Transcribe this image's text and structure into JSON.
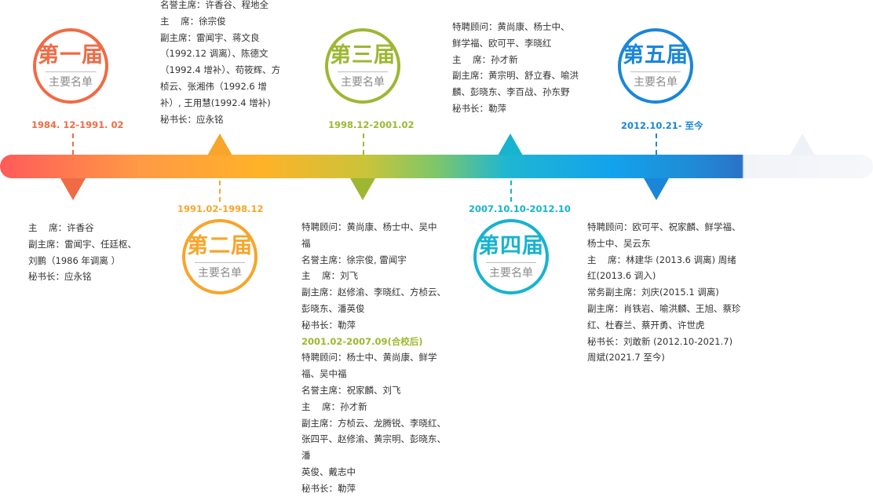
{
  "colors": {
    "term1": "#ef6b45",
    "term2": "#f7a52b",
    "term3": "#9db733",
    "term4": "#17b3cf",
    "term5": "#1a86d8",
    "ghost": "#eef1f7"
  },
  "terms": [
    {
      "title": "第一届",
      "subtitle": "主要名单",
      "date": "1984. 12-1991. 02",
      "lines": [
        "主    席：许香谷",
        "副主席：雷闻宇、任廷枢、",
        "刘鹏（1986 年调离 ）",
        "秘书长：应永铭"
      ]
    },
    {
      "title": "第二届",
      "subtitle": "主要名单",
      "date": "1991.02-1998.12",
      "lines": [
        "名誉主席：许香谷、程地全",
        "主    席：徐宗俊",
        "副主席：雷闻宇、蒋文良",
        "（1992.12 调离）、陈德文",
        "（1992.4 增补）、苟筱辉、方",
        "桢云、张湘伟（1992.6 增",
        "补）, 王用慧(1992.4 增补)",
        "秘书长：应永铭"
      ]
    },
    {
      "title": "第三届",
      "subtitle": "主要名单",
      "date": "1998.12-2001.02",
      "lines": [
        "特聘顾问：黄尚康、杨士中、吴中",
        "福",
        "名誉主席：徐宗俊, 雷闻宇",
        "主    席：刘飞",
        "副主席：赵修渝、李晓红、方桢云、",
        "彭晓东、潘英俊",
        "秘书长：勒萍"
      ],
      "merged_period": "2001.02-2007.09(合校后)",
      "merged_lines": [
        "特聘顾问：杨士中、黄尚康、鲜学",
        "福、吴中福",
        "名誉主席：祝家麟、刘飞",
        "主    席：孙才新",
        "副主席：方桢云、龙腾锐、李晓红、",
        "张四平、赵修渝、黄宗明、彭晓东、潘",
        "英俊、戴志中",
        "秘书长：勒萍"
      ]
    },
    {
      "title": "第四届",
      "subtitle": "主要名单",
      "date": "2007.10.10-2012.10",
      "lines": [
        "特聘顾问：黄尚康、杨士中、",
        "鲜学福、欧可平、李晓红",
        "主    席：孙才新",
        "副主席：黄宗明、舒立春、喻洪",
        "麟、彭晓东、李百战、孙东野",
        "秘书长：勒萍"
      ]
    },
    {
      "title": "第五届",
      "subtitle": "主要名单",
      "date": "2012.10.21- 至今",
      "lines": [
        "特聘顾问：欧可平、祝家麟、鲜学福、",
        "杨士中、吴云东",
        "主    席：林建华 (2013.6 调离) 周绪",
        "红(2013.6 调入)",
        "常务副主席：刘庆(2015.1 调离)",
        "副主席：肖铁岩、喻洪麟、王旭、蔡珍",
        "红、杜春兰、蔡开勇、许世虎",
        "秘书长：刘敢新 (2012.10-2021.7)",
        "周斌(2021.7 至今)"
      ]
    }
  ]
}
